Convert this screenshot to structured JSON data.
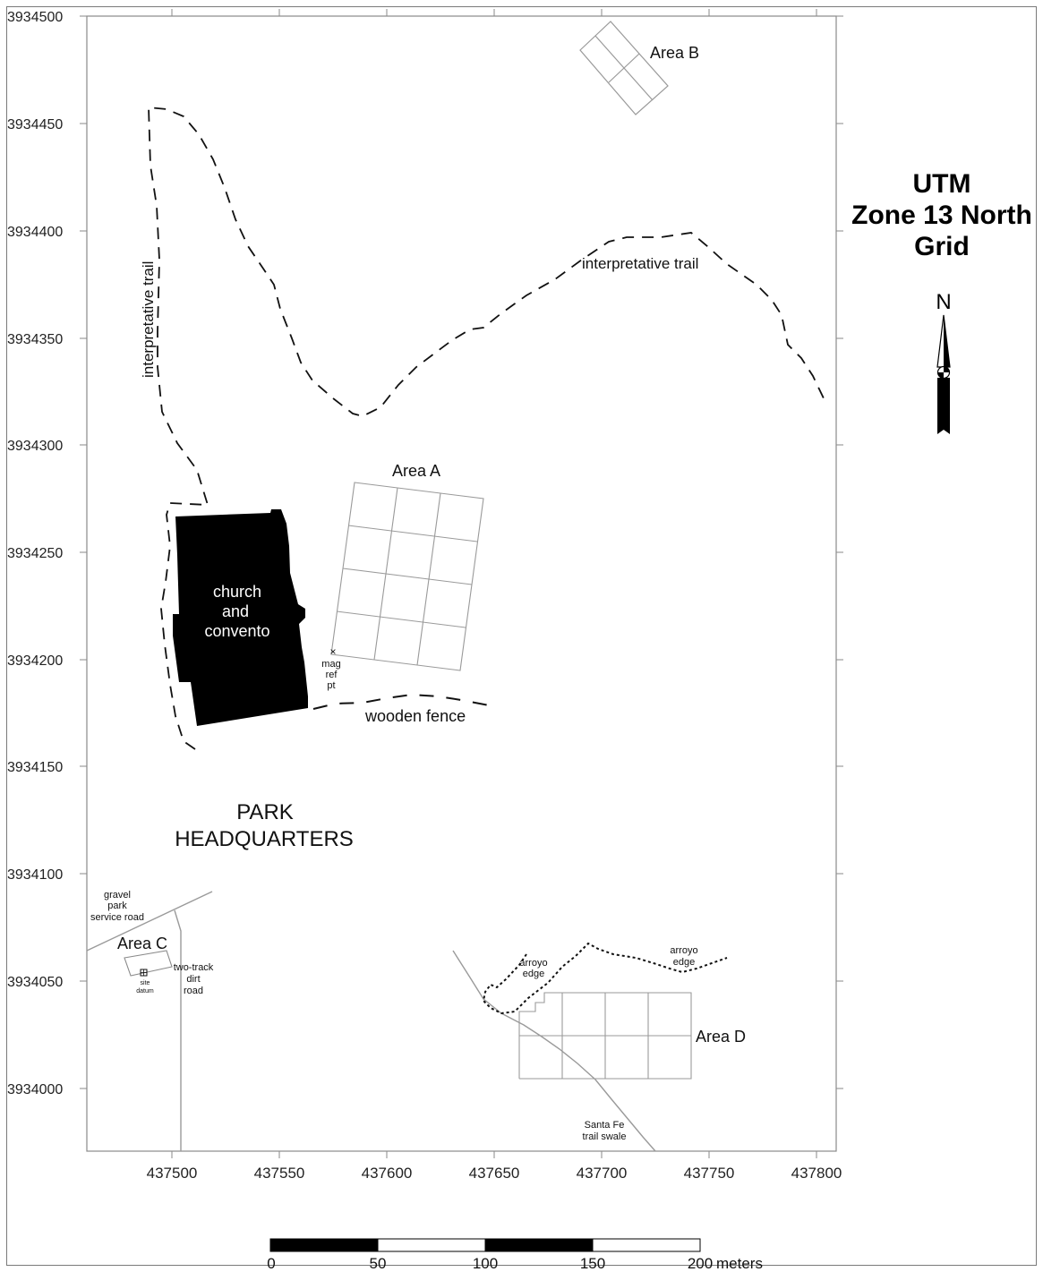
{
  "title_lines": [
    "UTM",
    "Zone 13 North",
    "Grid"
  ],
  "north_label": "N",
  "axes": {
    "x_ticks": [
      "437500",
      "437550",
      "437600",
      "437650",
      "437700",
      "437750",
      "437800"
    ],
    "y_ticks": [
      "3934500",
      "3934450",
      "3934400",
      "3934350",
      "3934300",
      "3934250",
      "3934200",
      "3934150",
      "3934100",
      "3934050",
      "3934000"
    ]
  },
  "labels": {
    "area_a": "Area A",
    "area_b": "Area B",
    "area_c": "Area C",
    "area_d": "Area D",
    "trail_vertical": "interpretative trail",
    "trail_horizontal": "interpretative trail",
    "church_1": "church",
    "church_2": "and",
    "church_3": "convento",
    "mag_1": "mag",
    "mag_2": "ref",
    "mag_3": "pt",
    "fence": "wooden fence",
    "park_1": "PARK",
    "park_2": "HEADQUARTERS",
    "gravel_1": "gravel",
    "gravel_2": "park",
    "gravel_3": "service road",
    "twotrack_1": "two-track",
    "twotrack_2": "dirt",
    "twotrack_3": "road",
    "datum_1": "site",
    "datum_2": "datum",
    "arroyo1_1": "arroyo",
    "arroyo1_2": "edge",
    "arroyo2_1": "arroyo",
    "arroyo2_2": "edge",
    "santafe_1": "Santa Fe",
    "santafe_2": "trail swale"
  },
  "scale_bar": {
    "ticks": [
      "0",
      "50",
      "100",
      "150",
      "200"
    ],
    "unit": "meters"
  }
}
